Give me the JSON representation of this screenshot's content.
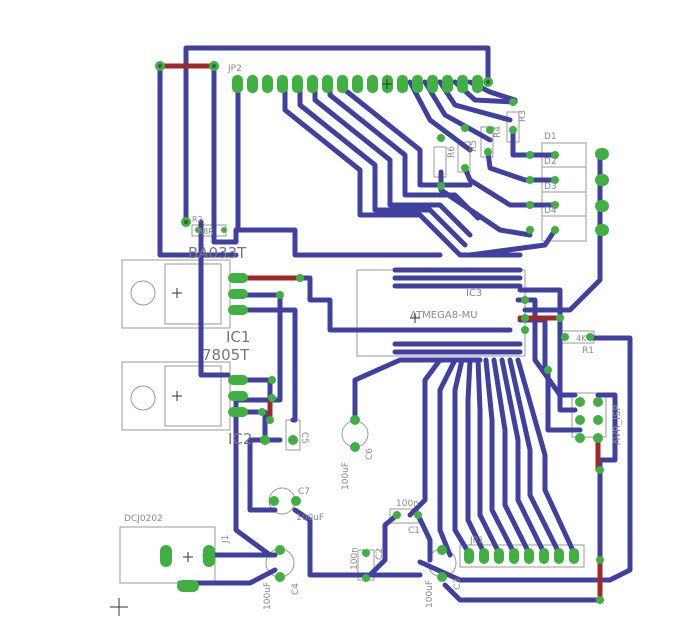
{
  "labels": {
    "jp2": "JP2",
    "r2": "R2",
    "r2_value": "68R",
    "ic1_part": "BA033T",
    "ic1": "IC1",
    "ic2_part": "7805T",
    "ic2": "IC2",
    "c5": "C5",
    "c6": "C6",
    "c6_value": "100uF",
    "c7": "C7",
    "c7_value": "100uF",
    "dc_part": "DCJ0202",
    "j1": "J1",
    "c4": "C4",
    "c4_value": "100uF",
    "c2": "C2",
    "c2_value": "100n",
    "c1": "C1",
    "c1_value": "100n",
    "c3": "C3",
    "c3_value": "100uF",
    "jp1": "JP1",
    "avr_isp": "AVR_ISP",
    "r1": "R1",
    "r1_value": "4K",
    "ic3": "IC3",
    "mcu_part": "ATMEGA8-MU",
    "r3": "R3",
    "r4": "R4",
    "r5": "R5",
    "r6": "R6",
    "d1": "D1",
    "d2": "D2",
    "d3": "D3",
    "d4": "D4"
  }
}
